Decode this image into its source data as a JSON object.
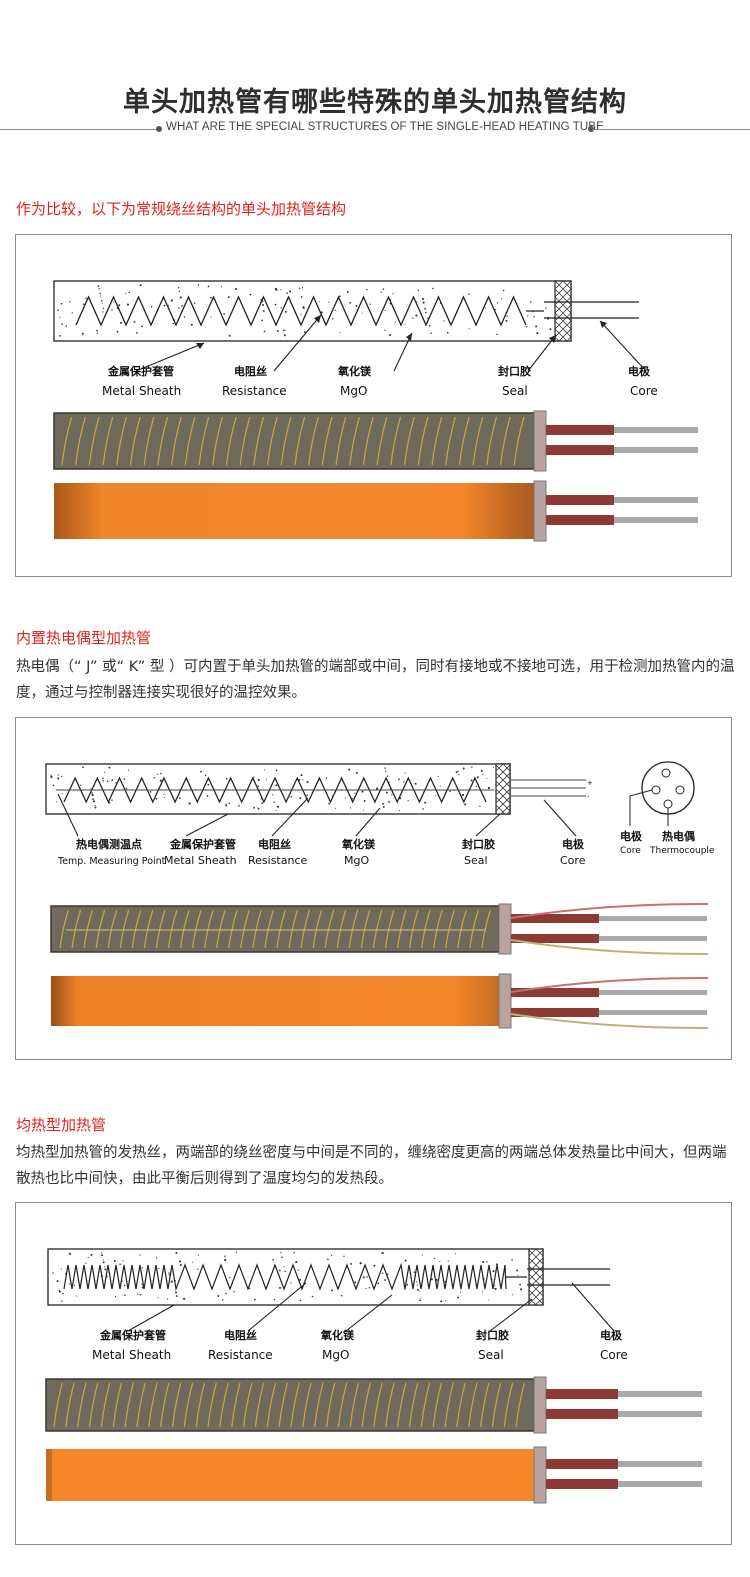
{
  "header": {
    "title": "单头加热管有哪些特殊的单头加热管结构",
    "subtitle": "WHAT ARE THE SPECIAL STRUCTURES OF THE SINGLE-HEAD HEATING TUBE"
  },
  "sections": [
    {
      "heading": "作为比较，以下为常规绕丝结构的单头加热管结构",
      "labels": [
        {
          "cn": "金属保护套管",
          "en": "Metal Sheath"
        },
        {
          "cn": "电阻丝",
          "en": "Resistance"
        },
        {
          "cn": "氧化镁",
          "en": "MgO"
        },
        {
          "cn": "封口胶",
          "en": "Seal"
        },
        {
          "cn": "电极",
          "en": "Core"
        }
      ]
    },
    {
      "heading": "内置热电偶型加热管",
      "description": "热电偶（“ J” 或“ K” 型 ）可内置于单头加热管的端部或中间，同时有接地或不接地可选，用于检测加热管内的温度，通过与控制器连接实现很好的温控效果。",
      "labels": [
        {
          "cn": "热电偶测温点",
          "en": "Temp. Measuring Point"
        },
        {
          "cn": "金属保护套管",
          "en": "Metal Sheath"
        },
        {
          "cn": "电阻丝",
          "en": "Resistance"
        },
        {
          "cn": "氧化镁",
          "en": "MgO"
        },
        {
          "cn": "封口胶",
          "en": "Seal"
        },
        {
          "cn": "电极",
          "en": "Core"
        }
      ],
      "end_view": [
        {
          "cn": "电极",
          "en": "Core"
        },
        {
          "cn": "热电偶",
          "en": "Thermocouple"
        }
      ]
    },
    {
      "heading": "均热型加热管",
      "description": "均热型加热管的发热丝，两端部的绕丝密度与中间是不同的，缠绕密度更高的两端总体发热量比中间大，但两端散热也比中间快，由此平衡后则得到了温度均匀的发热段。",
      "labels": [
        {
          "cn": "金属保护套管",
          "en": "Metal Sheath"
        },
        {
          "cn": "电阻丝",
          "en": "Resistance"
        },
        {
          "cn": "氧化镁",
          "en": "MgO"
        },
        {
          "cn": "封口胶",
          "en": "Seal"
        },
        {
          "cn": "电极",
          "en": "Core"
        }
      ]
    }
  ],
  "colors": {
    "heading_red": "#e0231e",
    "sheath_gray": "#6f6a5c",
    "hot_orange": "#f5862a",
    "coil_gold": "#c9a24a",
    "lead_red": "#8d3a35",
    "lead_silver": "#a9a9a9"
  }
}
